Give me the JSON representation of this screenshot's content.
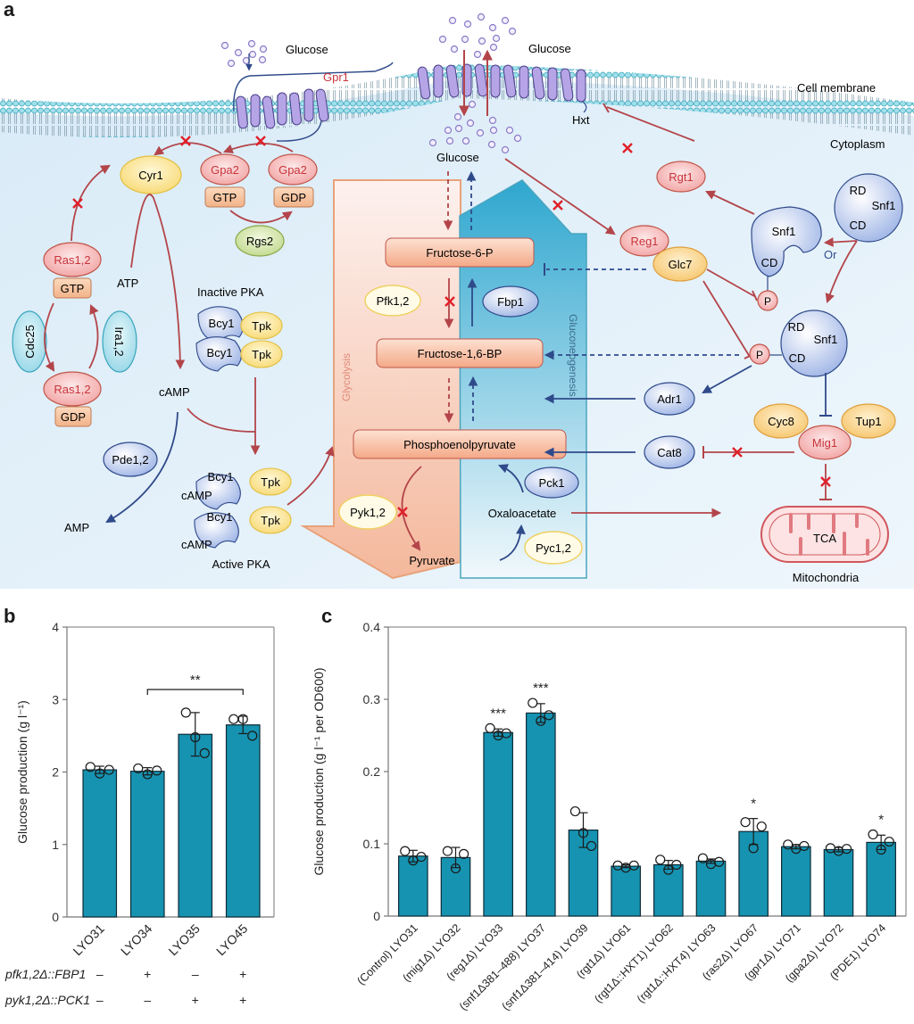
{
  "panels": {
    "a": "a",
    "b": "b",
    "c": "c"
  },
  "diagram": {
    "labels": {
      "glucose_left": "Glucose",
      "gpr1": "Gpr1",
      "glucose_top": "Glucose",
      "cell_membrane": "Cell membrane",
      "cytoplasm": "Cytoplasm",
      "hxt": "Hxt",
      "glucose_inner": "Glucose",
      "cyr1": "Cyr1",
      "gpa2_gtp": "Gpa2",
      "gpa2_gdp": "Gpa2",
      "gtp1": "GTP",
      "gdp1": "GDP",
      "rgs2": "Rgs2",
      "ras_top": "Ras1,2",
      "ras_gtp": "GTP",
      "cdc25": "Cdc25",
      "ira": "Ira1,2",
      "ras_bottom": "Ras1,2",
      "ras_gdp": "GDP",
      "atp": "ATP",
      "camp": "cAMP",
      "inactive_pka": "Inactive PKA",
      "bcy1": "Bcy1",
      "tpk": "Tpk",
      "pde": "Pde1,2",
      "amp": "AMP",
      "camp_bound": "cAMP",
      "active_pka": "Active PKA",
      "f6p": "Fructose-6-P",
      "pfk": "Pfk1,2",
      "fbp1": "Fbp1",
      "f16bp": "Fructose-1,6-BP",
      "pep": "Phosphoenolpyruvate",
      "pyk": "Pyk1,2",
      "pck1": "Pck1",
      "oxaloacetate": "Oxaloacetate",
      "pyruvate": "Pyruvate",
      "pyc": "Pyc1,2",
      "glycolysis": "Glycolysis",
      "gluconeogenesis": "Gluconeogenesis",
      "rgt1": "Rgt1",
      "reg1": "Reg1",
      "glc7": "Glc7",
      "snf1": "Snf1",
      "cd": "CD",
      "rd": "RD",
      "or": "Or",
      "p": "P",
      "adr1": "Adr1",
      "cat8": "Cat8",
      "cyc8": "Cyc8",
      "tup1": "Tup1",
      "mig1": "Mig1",
      "tca": "TCA",
      "mitochondria": "Mitochondria"
    }
  },
  "colors": {
    "bar": "#1693b1",
    "bar_edge": "#0e2a35",
    "axis": "#777777",
    "red": "#b3454a",
    "blue": "#2f4a8a",
    "x_mark": "#e0202a"
  },
  "chart_data": [
    {
      "type": "bar",
      "panel": "b",
      "title": "",
      "xlabel": "",
      "ylabel": "Glucose production (g l⁻¹)",
      "ylim": [
        0,
        4
      ],
      "yticks": [
        0,
        1,
        2,
        3,
        4
      ],
      "categories": [
        "LYO31",
        "LYO34",
        "LYO35",
        "LYO45"
      ],
      "values": [
        2.03,
        2.01,
        2.52,
        2.65
      ],
      "error": [
        0.05,
        0.05,
        0.3,
        0.12
      ],
      "points": [
        [
          2.07,
          1.98,
          2.03
        ],
        [
          2.05,
          1.97,
          2.02
        ],
        [
          2.82,
          2.48,
          2.26
        ],
        [
          2.73,
          2.73,
          2.5
        ]
      ],
      "significance": {
        "from": "LYO34",
        "to": "LYO45",
        "label": "**"
      },
      "genotype_rows": [
        {
          "label": "pfk1,2Δ::FBP1",
          "values": [
            "–",
            "+",
            "–",
            "+"
          ]
        },
        {
          "label": "pyk1,2Δ::PCK1",
          "values": [
            "–",
            "–",
            "+",
            "+"
          ]
        }
      ]
    },
    {
      "type": "bar",
      "panel": "c",
      "title": "",
      "xlabel": "",
      "ylabel": "Glucose production (g l⁻¹ per OD600)",
      "ylim": [
        0,
        0.4
      ],
      "yticks": [
        "0",
        "0.1",
        "0.2",
        "0.3",
        "0.4"
      ],
      "categories": [
        "(Control) LYO31",
        "(mig1Δ) LYO32",
        "(reg1Δ) LYO33",
        "(snf1Δ381–488) LYO37",
        "(snf1Δ381–414) LYO39",
        "(rgt1Δ) LYO61",
        "(rgt1Δ::HXT1) LYO62",
        "(rgt1Δ::HXT4) LYO63",
        "(ras2Δ) LYO67",
        "(gpr1Δ) LYO71",
        "(gpa2Δ) LYO72",
        "(PDE1) LYO74"
      ],
      "values": [
        0.083,
        0.081,
        0.254,
        0.281,
        0.119,
        0.069,
        0.071,
        0.076,
        0.117,
        0.096,
        0.092,
        0.102
      ],
      "error": [
        0.008,
        0.014,
        0.005,
        0.013,
        0.024,
        0.002,
        0.006,
        0.003,
        0.018,
        0.003,
        0.003,
        0.01
      ],
      "points": [
        [
          0.09,
          0.077,
          0.082
        ],
        [
          0.09,
          0.066,
          0.086
        ],
        [
          0.26,
          0.25,
          0.253
        ],
        [
          0.295,
          0.27,
          0.278
        ],
        [
          0.145,
          0.115,
          0.097
        ],
        [
          0.07,
          0.067,
          0.07
        ],
        [
          0.078,
          0.064,
          0.071
        ],
        [
          0.08,
          0.072,
          0.075
        ],
        [
          0.13,
          0.094,
          0.124
        ],
        [
          0.099,
          0.093,
          0.097
        ],
        [
          0.094,
          0.09,
          0.093
        ],
        [
          0.113,
          0.092,
          0.103
        ]
      ],
      "annotations": [
        "",
        "",
        "***",
        "***",
        "",
        "",
        "",
        "",
        "*",
        "",
        "",
        "*"
      ]
    }
  ]
}
